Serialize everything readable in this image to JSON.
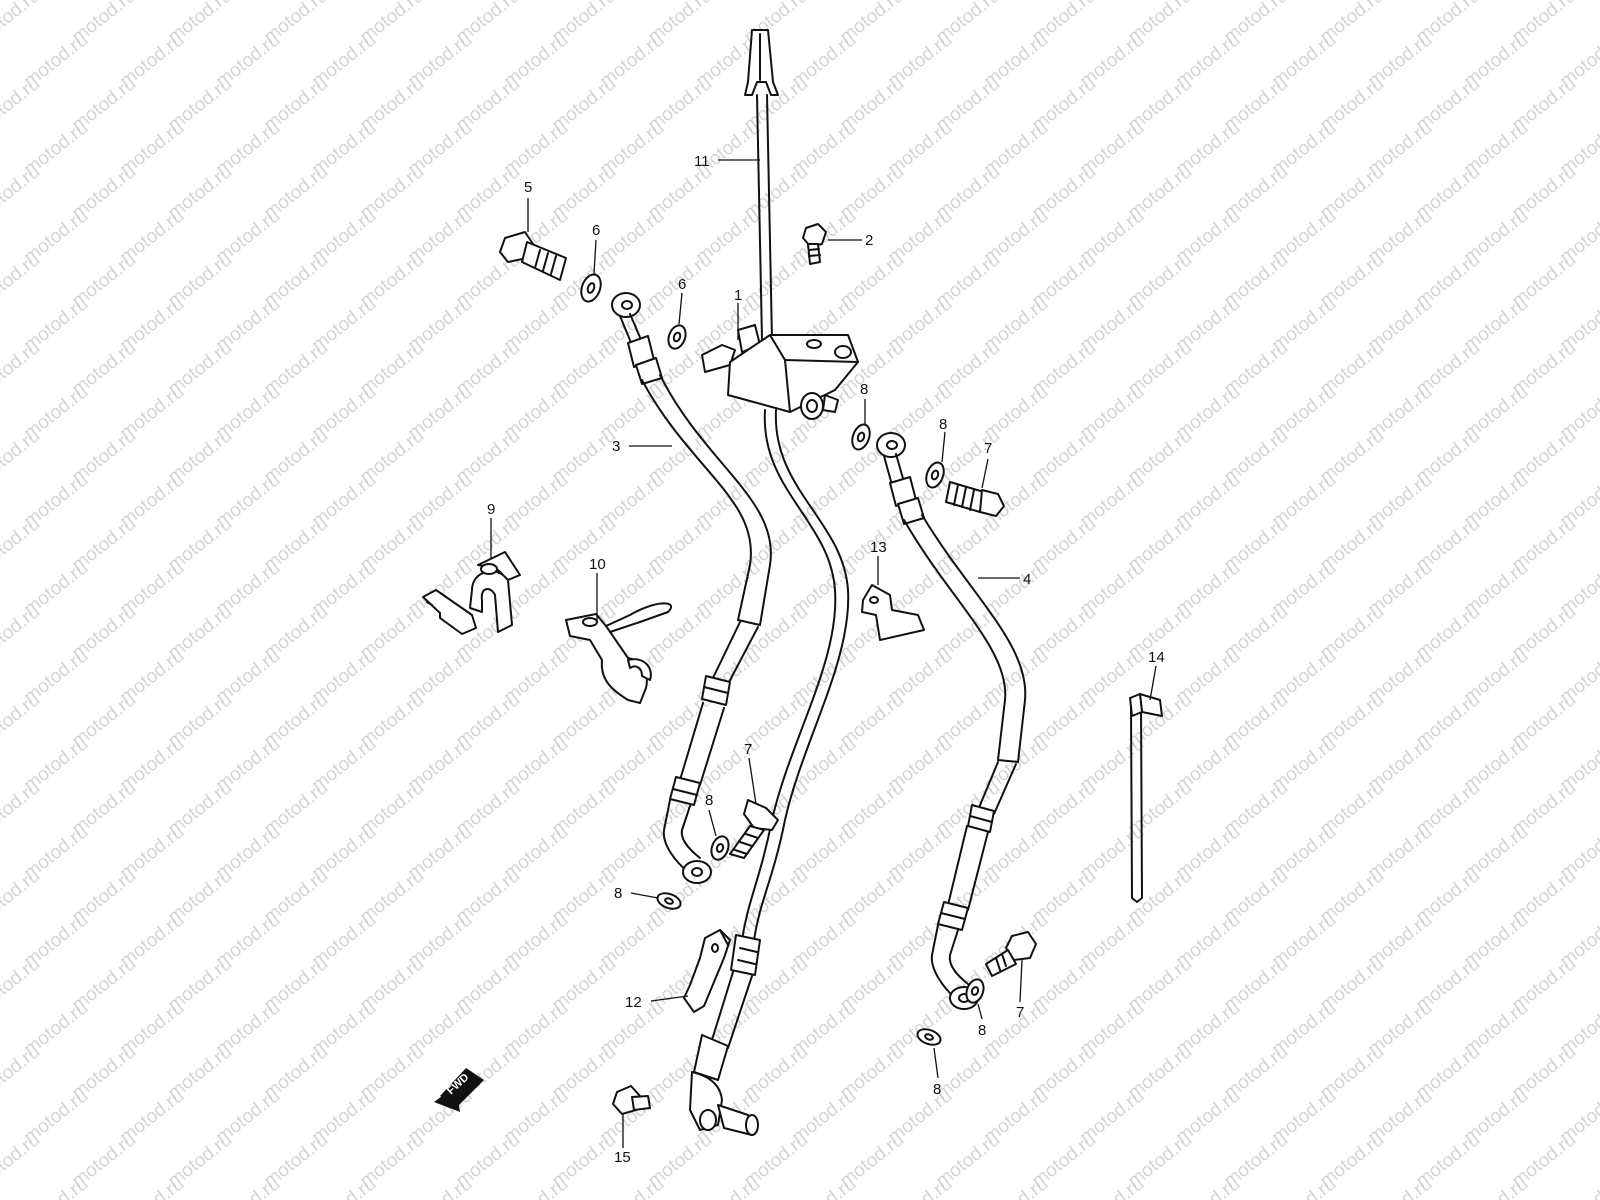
{
  "diagram": {
    "watermark_text": "motod.ru",
    "direction_arrow_label": "FWD",
    "callouts": [
      "1",
      "2",
      "3",
      "4",
      "5",
      "6",
      "6",
      "7",
      "7",
      "7",
      "8",
      "8",
      "8",
      "8",
      "8",
      "8",
      "9",
      "10",
      "11",
      "12",
      "13",
      "14",
      "15"
    ]
  }
}
